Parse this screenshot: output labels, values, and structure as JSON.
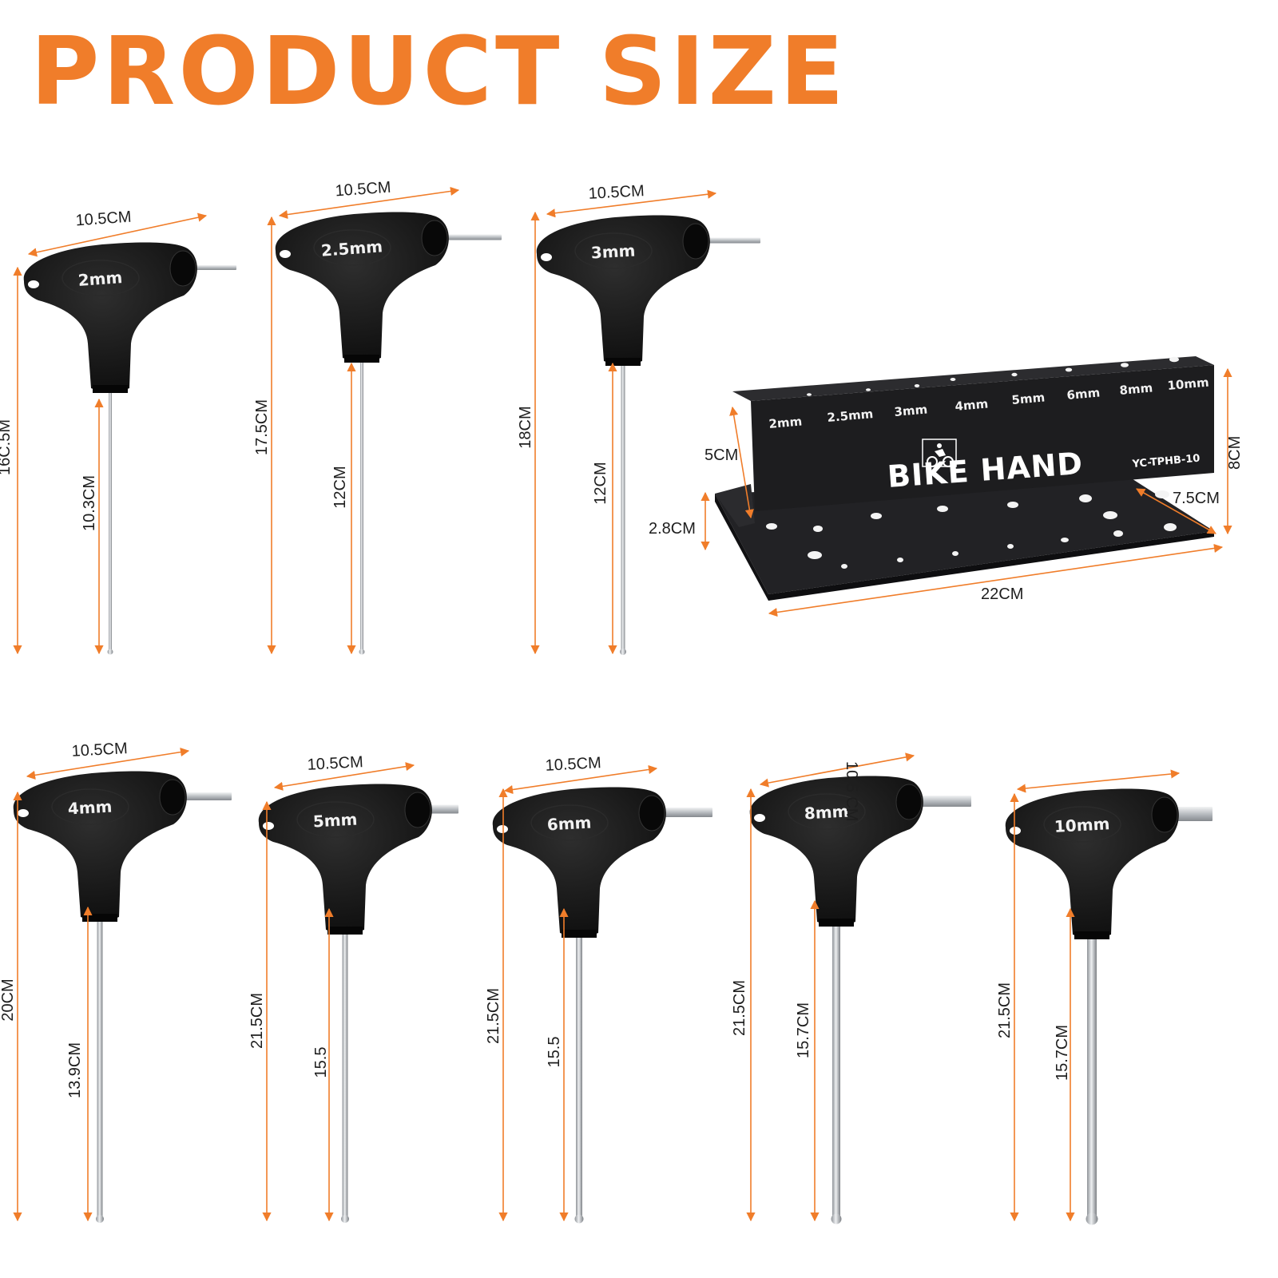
{
  "title": "PRODUCT SIZE",
  "colors": {
    "accent": "#f07d2a",
    "handle": "#141414",
    "steel": "#cfd2d6",
    "stand": "#1d1d1f",
    "label": "#1e1e1e"
  },
  "wrenches": [
    {
      "size": "2mm",
      "width": "10.5CM",
      "total": "16C.5M",
      "shaft": "10.3CM"
    },
    {
      "size": "2.5mm",
      "width": "10.5CM",
      "total": "17.5CM",
      "shaft": "12CM"
    },
    {
      "size": "3mm",
      "width": "10.5CM",
      "total": "18CM",
      "shaft": "12CM"
    },
    {
      "size": "4mm",
      "width": "10.5CM",
      "total": "20CM",
      "shaft": "13.9CM"
    },
    {
      "size": "5mm",
      "width": "10.5CM",
      "total": "21.5CM",
      "shaft": "15.5"
    },
    {
      "size": "6mm",
      "width": "10.5CM",
      "total": "21.5CM",
      "shaft": "15.5"
    },
    {
      "size": "8mm",
      "width": "10.5 CM",
      "total": "21.5CM",
      "shaft": "15.7CM"
    },
    {
      "size": "10mm",
      "width": "",
      "total": "21.5CM",
      "shaft": "15.7CM"
    }
  ],
  "stand": {
    "slot_labels": [
      "2mm",
      "2.5mm",
      "3mm",
      "4mm",
      "5mm",
      "6mm",
      "8mm",
      "10mm"
    ],
    "brand": "BIKE HAND",
    "model": "YC-TPHB-10",
    "dimensions": {
      "back_height": "5CM",
      "total_height": "8CM",
      "base_lip": "2.8CM",
      "depth": "7.5CM",
      "length": "22CM"
    }
  }
}
